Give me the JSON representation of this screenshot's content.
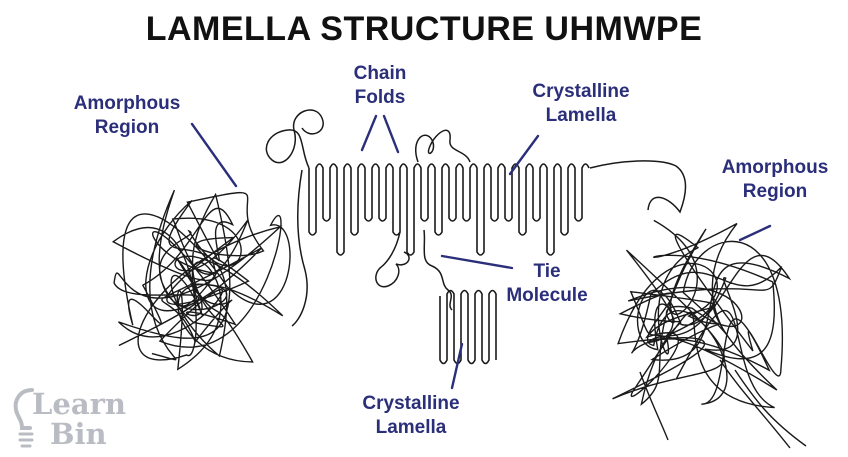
{
  "title": "LAMELLA STRUCTURE UHMWPE",
  "labels": {
    "amorphous_left": [
      "Amorphous",
      "Region"
    ],
    "chain_folds": [
      "Chain",
      "Folds"
    ],
    "crystalline_top": [
      "Crystalline",
      "Lamella"
    ],
    "amorphous_right": [
      "Amorphous",
      "Region"
    ],
    "tie_molecule": [
      "Tie",
      "Molecule"
    ],
    "crystalline_bottom": [
      "Crystalline",
      "Lamella"
    ]
  },
  "logo": {
    "line1": "Learn",
    "line2": "Bin"
  },
  "colors": {
    "title": "#111111",
    "label": "#2b2f7a",
    "stroke": "#1a1a1a",
    "logo": "#b9bdc3"
  }
}
